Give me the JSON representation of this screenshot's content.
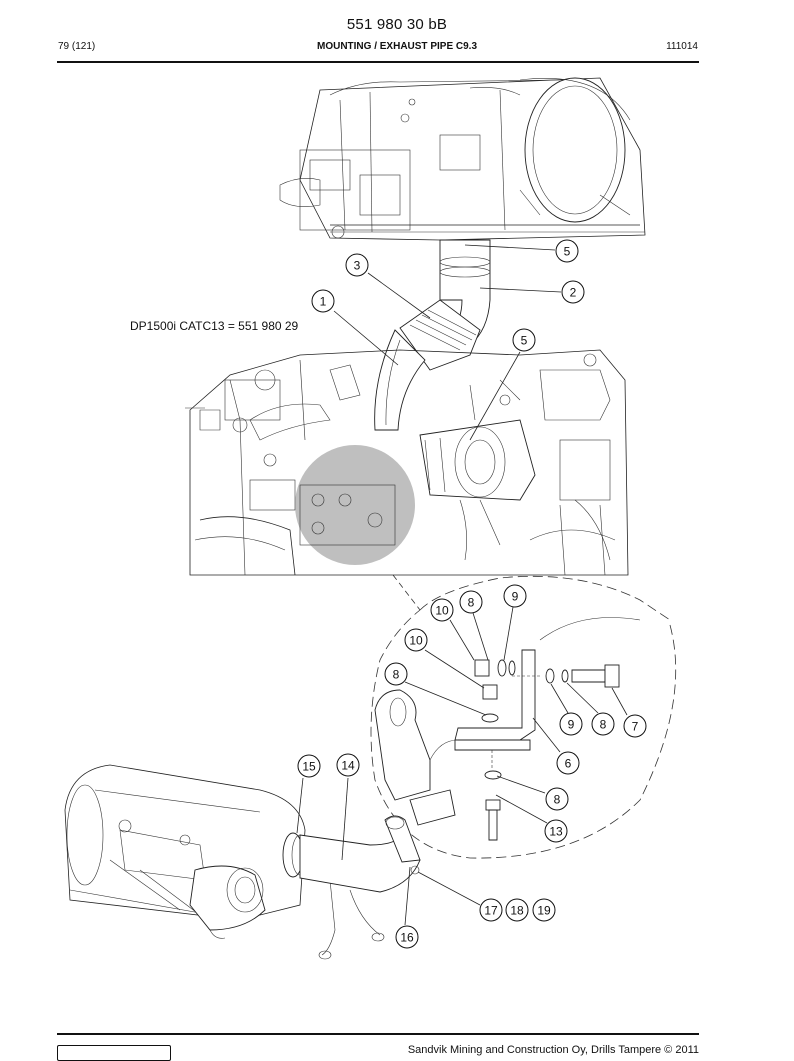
{
  "header": {
    "doc_number": "551 980 30 bB",
    "page": "79 (121)",
    "title": "MOUNTING / EXHAUST PIPE C9.3",
    "code": "111014"
  },
  "note": "DP1500i CATC13 = 551 980 29",
  "callouts": [
    {
      "id": "c5a",
      "label": "5"
    },
    {
      "id": "c3",
      "label": "3"
    },
    {
      "id": "c2",
      "label": "2"
    },
    {
      "id": "c1",
      "label": "1"
    },
    {
      "id": "c5b",
      "label": "5"
    },
    {
      "id": "c9a",
      "label": "9"
    },
    {
      "id": "c8a",
      "label": "8"
    },
    {
      "id": "c10a",
      "label": "10"
    },
    {
      "id": "c10b",
      "label": "10"
    },
    {
      "id": "c8b",
      "label": "8"
    },
    {
      "id": "c9b",
      "label": "9"
    },
    {
      "id": "c8c",
      "label": "8"
    },
    {
      "id": "c7",
      "label": "7"
    },
    {
      "id": "c6",
      "label": "6"
    },
    {
      "id": "c15",
      "label": "15"
    },
    {
      "id": "c14",
      "label": "14"
    },
    {
      "id": "c8d",
      "label": "8"
    },
    {
      "id": "c13",
      "label": "13"
    },
    {
      "id": "c17",
      "label": "17"
    },
    {
      "id": "c18",
      "label": "18"
    },
    {
      "id": "c19",
      "label": "19"
    },
    {
      "id": "c16",
      "label": "16"
    }
  ],
  "footer": {
    "copyright": "Sandvik Mining and Construction Oy, Drills Tampere © 2011"
  }
}
